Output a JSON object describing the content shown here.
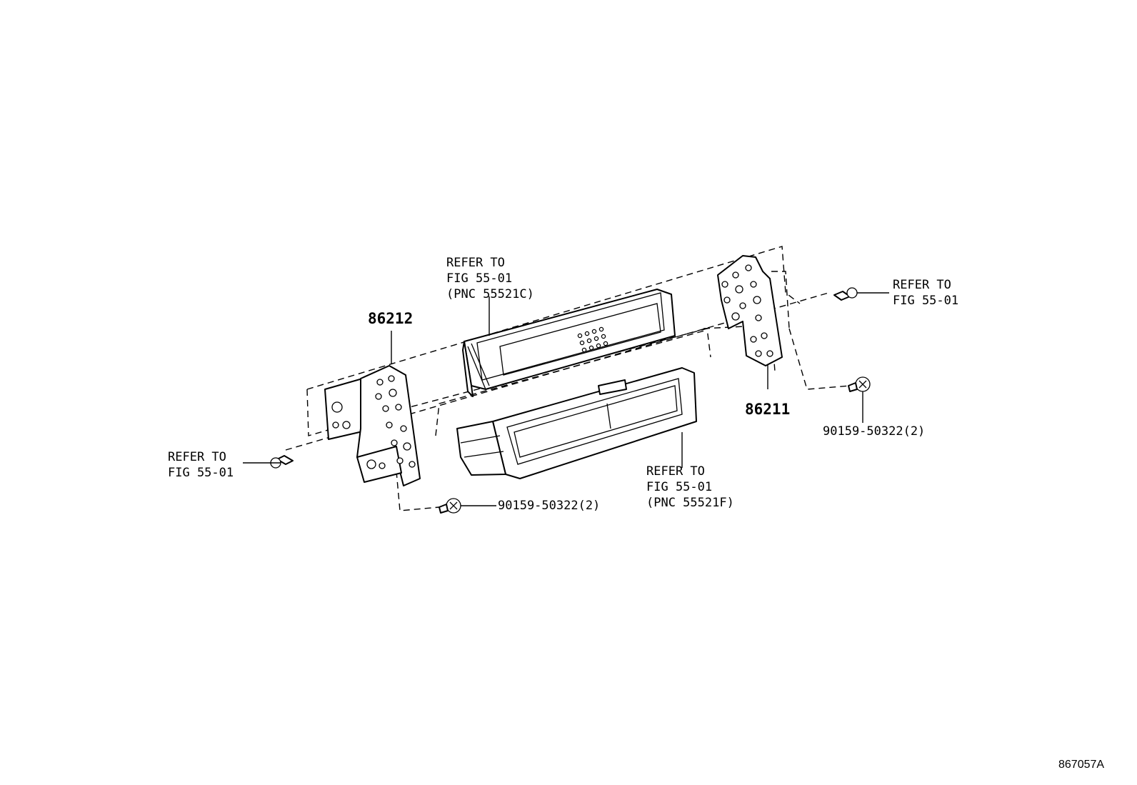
{
  "diagram": {
    "figure_number": "867057A",
    "labels": {
      "refer_top_center": [
        "REFER TO",
        "FIG 55-01",
        "(PNC 55521C)"
      ],
      "refer_top_right": [
        "REFER TO",
        "FIG 55-01"
      ],
      "refer_left": [
        "REFER TO",
        "FIG 55-01"
      ],
      "refer_bottom_center": [
        "REFER TO",
        "FIG 55-01",
        "(PNC 55521F)"
      ]
    },
    "parts": {
      "left_bracket": "86212",
      "right_bracket": "86211",
      "screw_right": "90159-50322(2)",
      "screw_bottom": "90159-50322(2)"
    }
  }
}
